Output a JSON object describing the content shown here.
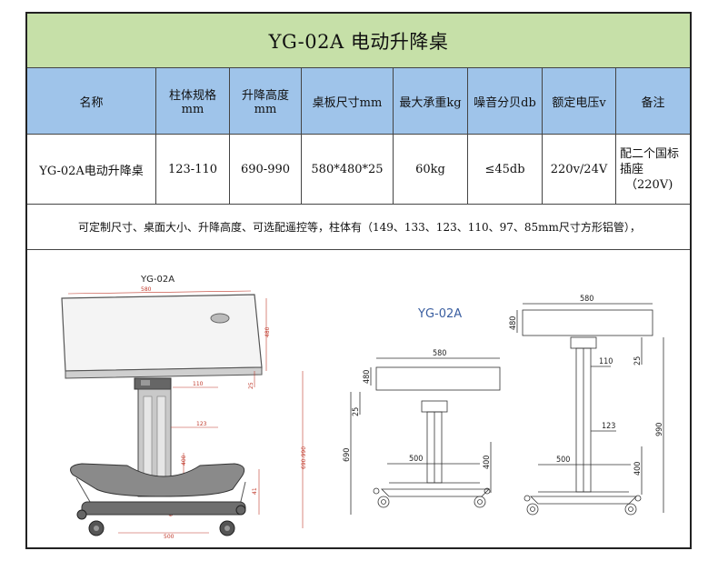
{
  "title": "YG-02A 电动升降桌",
  "headers": [
    "名称",
    "柱体规格mm",
    "升降高度mm",
    "桌板尺寸mm",
    "最大承重kg",
    "噪音分贝db",
    "额定电压v",
    "备注"
  ],
  "row": {
    "name": "YG-02A电动升降桌",
    "column_spec": "123-110",
    "lift_height": "690-990",
    "board_size": "580*480*25",
    "max_load": "60kg",
    "noise": "≤45db",
    "voltage": "220v/24V",
    "remark_line1": "配二个国标",
    "remark_line2": "插座",
    "remark_line3": "（220V)"
  },
  "note": "可定制尺寸、桌面大小、升降高度、可选配遥控等，柱体有（149、133、123、110、97、85mm尺寸方形铝管），",
  "drawings": {
    "persp_label": "YG-02A",
    "mid_label": "YG-02A",
    "persp_dims": {
      "top": "580",
      "side": "480",
      "d110": "110",
      "d25": "25",
      "d123": "123",
      "range": "690-990",
      "d400": "400",
      "d41": "41",
      "d6": "6",
      "d500": "500"
    },
    "mid_dims": {
      "w580": "580",
      "h480": "480",
      "d25": "25",
      "h690": "690",
      "w500": "500",
      "h400": "400"
    },
    "right_dims": {
      "w580": "580",
      "h480": "480",
      "d110": "110",
      "d25": "25",
      "d123": "123",
      "h990": "990",
      "w500": "500",
      "h400": "400"
    }
  }
}
